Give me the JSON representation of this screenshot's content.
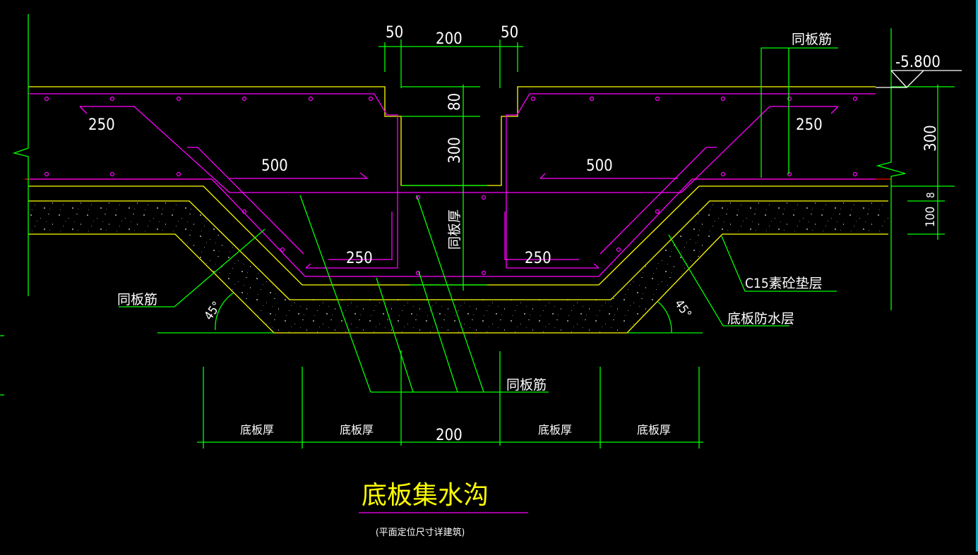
{
  "drawing": {
    "title": "底板集水沟",
    "subtitle": "(平面定位尺寸详建筑)",
    "background": "#000000",
    "colors": {
      "dimension": "#00ff00",
      "concrete_outline": "#ffff00",
      "rebar": "#ff00ff",
      "waterproof": "#ff0000",
      "text": "#ffffff",
      "title": "#ffff00",
      "hatch": "#8a8a8a",
      "viewport_edge": "#00b4c8"
    }
  },
  "dimensions": {
    "top_left_offset": "50",
    "top_width": "200",
    "top_right_offset": "50",
    "chamfer_depth": "80",
    "trench_depth": "300",
    "slab_thickness": "300",
    "cushion_gap": "8",
    "cushion_thickness": "100",
    "bottom_width": "200",
    "bottom_segments": [
      "底板厚",
      "底板厚",
      "底板厚",
      "底板厚"
    ],
    "vertical_slab_label": "同板厚"
  },
  "rebar_labels": {
    "top_left_anchor": "250",
    "top_right_anchor": "250",
    "mid_left_anchor": "500",
    "mid_right_anchor": "500",
    "bottom_left_anchor": "250",
    "bottom_right_anchor": "250"
  },
  "annotations": {
    "elevation": "-5.800",
    "same_slab_rebar_top": "同板筋",
    "same_slab_rebar_left": "同板筋",
    "same_slab_rebar_bottom": "同板筋",
    "cushion_layer": "C15素砼垫层",
    "waterproof_layer": "底板防水层",
    "angle_left": "45°",
    "angle_right": "45°"
  }
}
